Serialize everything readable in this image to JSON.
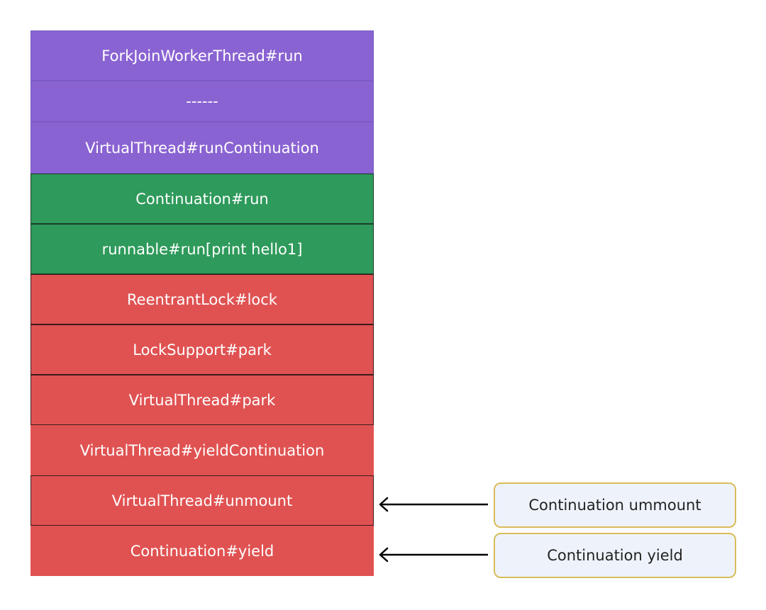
{
  "stack": {
    "frames": [
      {
        "label": "ForkJoinWorkerThread#run",
        "group": "carrier"
      },
      {
        "label": "------",
        "group": "carrier"
      },
      {
        "label": "VirtualThread#runContinuation",
        "group": "carrier"
      },
      {
        "label": "Continuation#run",
        "group": "continuation"
      },
      {
        "label": "runnable#run[print hello1]",
        "group": "continuation"
      },
      {
        "label": "ReentrantLock#lock",
        "group": "virtual"
      },
      {
        "label": "LockSupport#park",
        "group": "virtual"
      },
      {
        "label": "VirtualThread#park",
        "group": "virtual"
      },
      {
        "label": "VirtualThread#yieldContinuation",
        "group": "virtual"
      },
      {
        "label": "VirtualThread#unmount",
        "group": "virtual"
      },
      {
        "label": "Continuation#yield",
        "group": "virtual"
      }
    ]
  },
  "annotations": [
    {
      "label": "Continuation ummount",
      "target_frame": 9
    },
    {
      "label": "Continuation yield",
      "target_frame": 10
    }
  ],
  "colors": {
    "carrier": "#8a63d2",
    "continuation": "#2e9a5b",
    "virtual": "#e05252",
    "note_bg": "#eef3fb",
    "note_border": "#d9bc5a"
  }
}
